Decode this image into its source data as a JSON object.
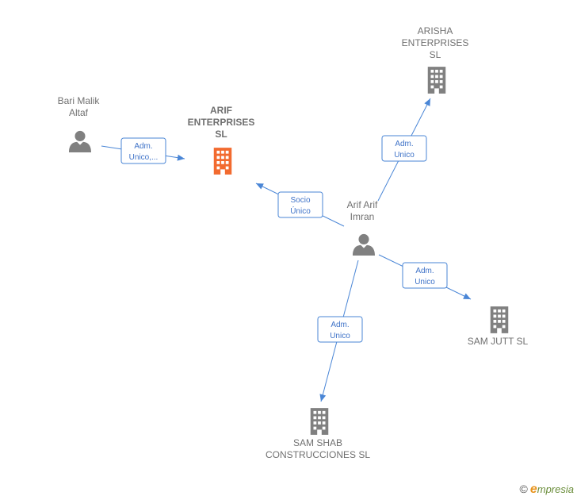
{
  "colors": {
    "edge": "#4a86d6",
    "node": "#808080",
    "focus": "#f26a2f",
    "brand_e": "#e8941e",
    "brand_text": "#6a8d3a"
  },
  "nodes": [
    {
      "id": "bari",
      "type": "person",
      "lines": [
        "Bari Malik",
        "Altaf"
      ],
      "focus": false
    },
    {
      "id": "arif_ent",
      "type": "company",
      "lines": [
        "ARIF",
        "ENTERPRISES",
        "SL"
      ],
      "focus": true
    },
    {
      "id": "arisha",
      "type": "company",
      "lines": [
        "ARISHA",
        "ENTERPRISES",
        "SL"
      ],
      "focus": false
    },
    {
      "id": "arif_imran",
      "type": "person",
      "lines": [
        "Arif Arif",
        "Imran"
      ],
      "focus": false
    },
    {
      "id": "sam_jutt",
      "type": "company",
      "lines": [
        "SAM JUTT  SL"
      ],
      "focus": false
    },
    {
      "id": "sam_shab",
      "type": "company",
      "lines": [
        "SAM SHAB",
        "CONSTRUCCIONES SL"
      ],
      "focus": false
    }
  ],
  "edges": [
    {
      "from": "bari",
      "to": "arif_ent",
      "label": [
        "Adm.",
        "Unico,..."
      ]
    },
    {
      "from": "arif_imran",
      "to": "arif_ent",
      "label": [
        "Socio",
        "Único"
      ]
    },
    {
      "from": "arif_imran",
      "to": "arisha",
      "label": [
        "Adm.",
        "Unico"
      ]
    },
    {
      "from": "arif_imran",
      "to": "sam_jutt",
      "label": [
        "Adm.",
        "Unico"
      ]
    },
    {
      "from": "arif_imran",
      "to": "sam_shab",
      "label": [
        "Adm.",
        "Unico"
      ]
    }
  ],
  "brand": {
    "copyright": "©",
    "e": "e",
    "rest": "mpresia"
  }
}
